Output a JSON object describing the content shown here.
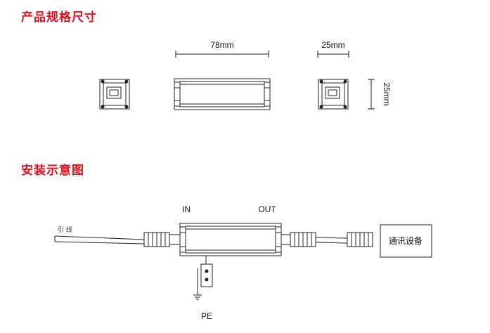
{
  "sections": {
    "spec_title": "产品规格尺寸",
    "install_title": "安装示意图"
  },
  "dimensions": {
    "length": "78mm",
    "width": "25mm",
    "height": "25mm"
  },
  "install": {
    "in_label": "IN",
    "out_label": "OUT",
    "pe_label": "PE",
    "lead_label": "引 线",
    "device_label": "通讯设备"
  },
  "colors": {
    "title_red": "#e8101a",
    "line": "#222222"
  }
}
